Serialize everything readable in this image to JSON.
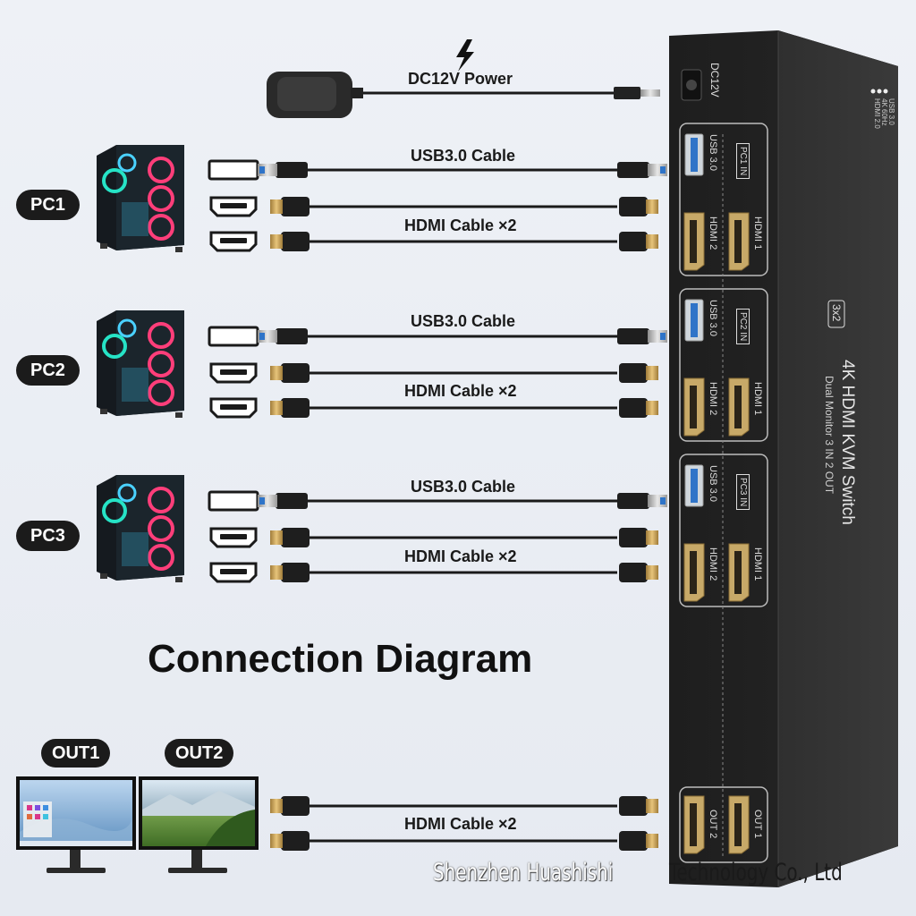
{
  "power": {
    "label": "DC12V Power"
  },
  "pcs": [
    {
      "badge": "PC1",
      "usb_label": "USB3.0 Cable",
      "hdmi_label": "HDMI Cable ×2"
    },
    {
      "badge": "PC2",
      "usb_label": "USB3.0 Cable",
      "hdmi_label": "HDMI Cable ×2"
    },
    {
      "badge": "PC3",
      "usb_label": "USB3.0 Cable",
      "hdmi_label": "HDMI Cable ×2"
    }
  ],
  "title": "Connection Diagram",
  "outputs": {
    "out1": "OUT1",
    "out2": "OUT2",
    "hdmi_label": "HDMI Cable ×2"
  },
  "device": {
    "dc_label": "DC12V",
    "pc_in_labels": [
      "PC1 IN",
      "PC2 IN",
      "PC3 IN"
    ],
    "usb_port_label": "USB 3.0",
    "hdmi1_label": "HDMI 1",
    "hdmi2_label": "HDMI 2",
    "out1_label": "OUT 1",
    "out2_label": "OUT 2",
    "product_name": "4K HDMI KVM Switch",
    "product_sub": "Dual Monitor 3 IN 2 OUT",
    "model_badge": "3x2",
    "features": [
      "HDMI 2.0",
      "4K 60Hz",
      "USB 3.0"
    ]
  },
  "footer": {
    "left": "Shenzhen Huashishi",
    "right": "Technology Co., Ltd"
  }
}
